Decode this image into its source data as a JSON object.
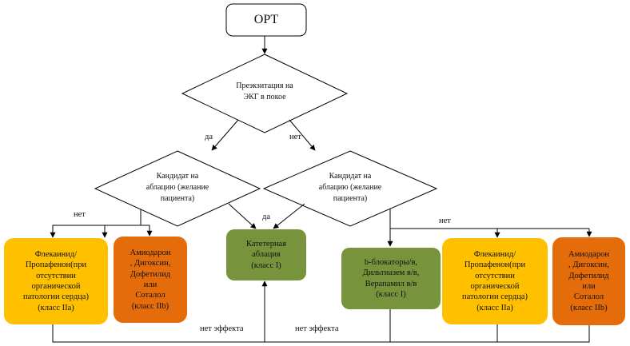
{
  "start": {
    "label": "ОРТ"
  },
  "decision_preexcitation": {
    "text": "Преэкзитация на\nЭКГ в покое"
  },
  "decision_left": {
    "text": "Кандидат на\nаблацию (желание\nпациента)"
  },
  "decision_right": {
    "text": "Кандидат на\nаблацию (желание\nпациента)"
  },
  "edges": {
    "yes_top": "да",
    "no_top": "нет",
    "no_left": "нет",
    "yes_center": "да",
    "no_right": "нет",
    "no_effect_left": "нет эффекта",
    "no_effect_right": "нет эффекта"
  },
  "boxes": {
    "flecainide_left": "Флекаинид/\nПропафенон(при\nотсутствии\nорганической\nпатологии сердца)\n(класс IIa)",
    "amiodarone_left": "Амиодарон\n, Дигоксин,\nДофетилид\nили\nСоталол\n(класс IIb)",
    "ablation": "Катетерная\nаблация\n(класс I)",
    "beta_blockers": "b-блокаторы/в,\nДильтиазем в/в,\nВерапамил в/в\n(класс I)",
    "flecainide_right": "Флекаинид/\nПропафенон(при\nотсутствии\nорганической\nпатологии сердца)\n(класс IIa)",
    "amiodarone_right": "Амиодарон\n, Дигоксин,\nДофетилид\nили\nСоталол\n(класс IIb)"
  },
  "colors": {
    "yellow": "#FFC000",
    "orange": "#E46C0A",
    "green": "#77933C",
    "line": "#000000"
  }
}
